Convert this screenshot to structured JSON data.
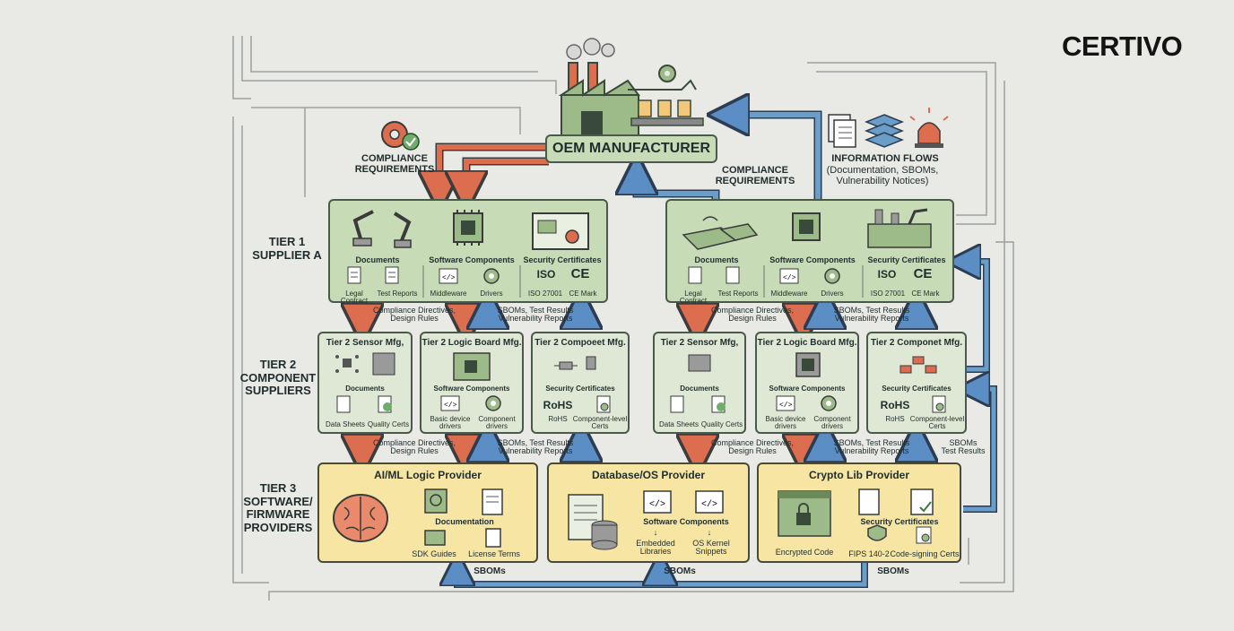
{
  "brand": {
    "logo_text": "CERTIVO"
  },
  "oem": {
    "label": "OEM MANUFACTURER"
  },
  "flows": {
    "compliance_left": "COMPLIANCE\nREQUIREMENTS",
    "compliance_right": "COMPLIANCE\nREQUIREMENTS",
    "info_title": "INFORMATION FLOWS",
    "info_sub": "(Documentation, SBOMs,\nVulnerability Notices)",
    "down_directives": "Compliance Directives,\nDesign Rules",
    "up_sboms": "SBOMs, Test Results\nVulnerability Reports",
    "right_sboms": "SBOMs\nTest Results",
    "bottom_sboms": "SBOMs"
  },
  "tiers": {
    "tier1": "TIER 1\nSUPPLIER A",
    "tier2": "TIER 2\nCOMPONENT\nSUPPLIERS",
    "tier3": "TIER 3\nSOFTWARE/\nFIRMWARE\nPROVIDERS"
  },
  "tier1_box": {
    "documents": "Documents",
    "software": "Software Components",
    "security": "Security Certificates",
    "legal": "Legal Contract",
    "test_reports": "Test Reports",
    "middleware": "Middleware",
    "drivers": "Drivers",
    "iso": "ISO 27001",
    "ce": "CE Mark",
    "iso_glyph": "ISO",
    "ce_glyph": "CE"
  },
  "tier2": {
    "sensor": "Tier 2 Sensor Mfg,",
    "logic": "Tier 2 Logic Board Mfg.",
    "compoeet": "Tier 2 Compoeet Mfg.",
    "componet": "Tier 2 Componet Mfg.",
    "documents": "Documents",
    "software": "Software Components",
    "security": "Security Certificates",
    "data_sheets": "Data Sheets",
    "quality": "Quality Certs",
    "basic_drivers": "Basic device\ndrivers",
    "comp_drivers": "Component\ndrivers",
    "rohs_big": "RoHS",
    "rohs": "RoHS",
    "comp_certs": "Component-level\nCerts"
  },
  "tier3": {
    "ai": "AI/ML Logic Provider",
    "db": "Database/OS Provider",
    "crypto": "Crypto Lib Provider",
    "documentation": "Documentation",
    "sdk": "SDK Guides",
    "license": "License Terms",
    "software": "Software Components",
    "embedded": "Embedded\nLibraries",
    "kernel": "OS Kernel\nSnippets",
    "encrypted": "Encrypted Code",
    "security": "Security Certificates",
    "fips": "FIPS 140-2",
    "codesign": "Code-signing Certs"
  },
  "colors": {
    "red_arrow": "#dd6d4f",
    "blue_arrow": "#5a8ec4",
    "green_box": "#c7dcb6",
    "light_green_box": "#dfe8d4",
    "yellow_box": "#f7e6a3",
    "border": "#4a5a4a"
  }
}
